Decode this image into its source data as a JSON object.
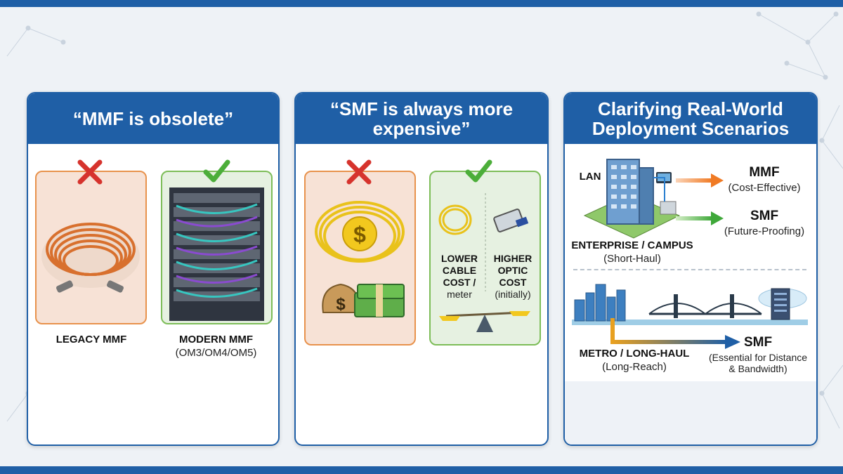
{
  "cards": [
    {
      "title": "“MMF is obsolete”",
      "left_label": "LEGACY MMF",
      "right_label": "MODERN MMF",
      "right_sub": "(OM3/OM4/OM5)"
    },
    {
      "title": "“SMF is always more expensive”",
      "lower_label": "LOWER CABLE COST /",
      "lower_sub": "meter",
      "higher_label": "HIGHER OPTIC COST",
      "higher_sub": "(initially)"
    },
    {
      "title": "Clarifying Real-World Deployment Scenarios",
      "lan_label": "LAN",
      "mmf_label": "MMF",
      "mmf_sub": "(Cost-Effective)",
      "smf_label": "SMF",
      "smf_sub": "(Future-Proofing)",
      "enterprise_label": "ENTERPRISE / CAMPUS",
      "enterprise_sub": "(Short-Haul)",
      "metro_label": "METRO / LONG-HAUL",
      "metro_sub": "(Long-Reach)",
      "smf2_label": "SMF",
      "smf2_sub": "(Essential for Distance & Bandwidth)"
    }
  ],
  "colors": {
    "header_blue": "#1f5fa6",
    "bad_orange": "#e8924c",
    "good_green": "#7dbd58",
    "cross_red": "#d6332d",
    "check_green": "#4cae3a"
  },
  "icons": {
    "wrong": "cross-icon",
    "right": "check-icon"
  }
}
